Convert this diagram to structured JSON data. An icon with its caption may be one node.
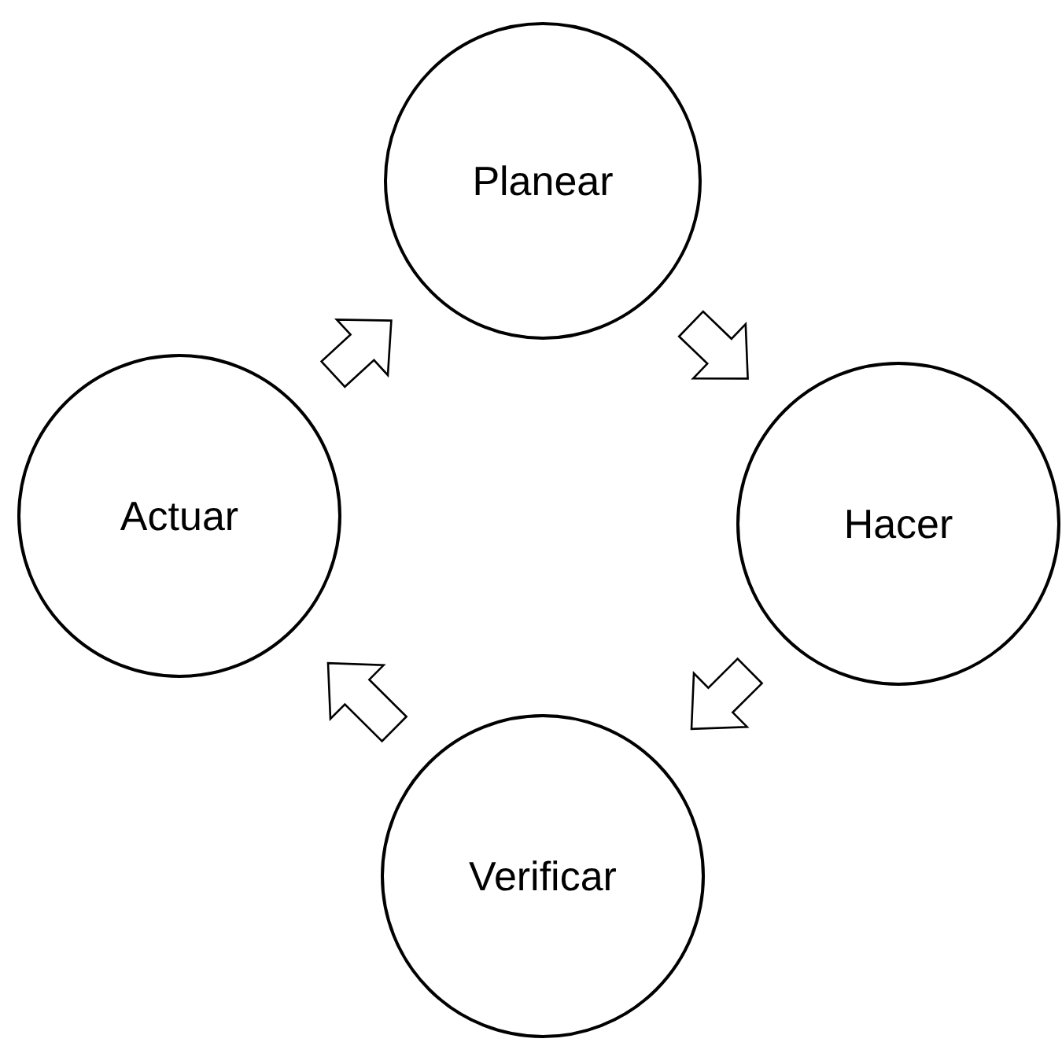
{
  "diagram": {
    "nodes": [
      {
        "text": [
          "Planear"
        ]
      },
      {
        "text": [
          "Hacer"
        ]
      },
      {
        "text": [
          "Verificar"
        ]
      },
      {
        "text": [
          "Actuar"
        ]
      }
    ],
    "edges": [
      {
        "from": 0,
        "to": 1,
        "arrow": "to"
      },
      {
        "from": 1,
        "to": 2,
        "arrow": "to"
      },
      {
        "from": 2,
        "to": 3,
        "arrow": "to"
      },
      {
        "from": 3,
        "to": 0,
        "arrow": "to"
      }
    ]
  }
}
